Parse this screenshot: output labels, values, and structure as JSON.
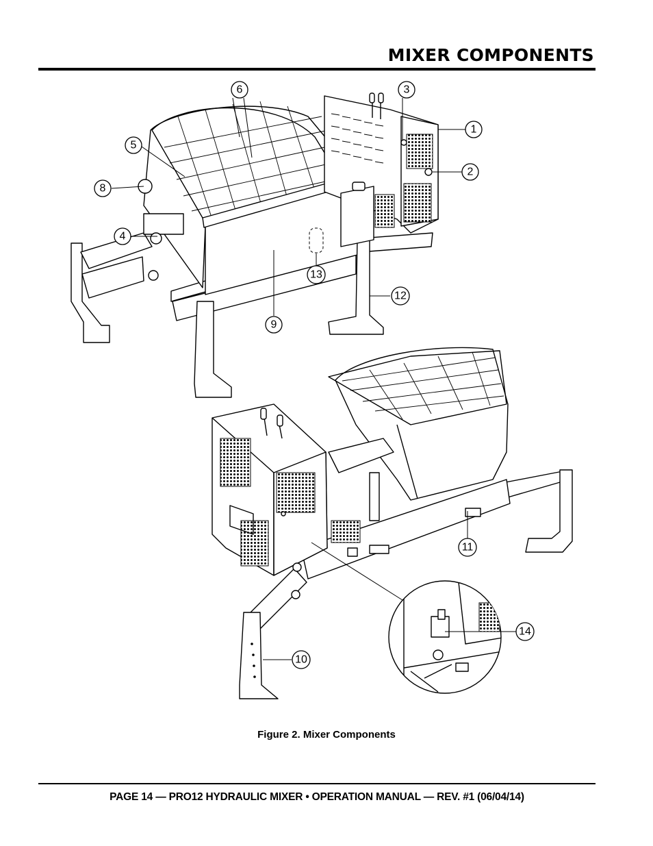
{
  "header": {
    "title": "MIXER COMPONENTS"
  },
  "figure": {
    "caption": "Figure 2. Mixer Components",
    "callouts": [
      "1",
      "2",
      "3",
      "4",
      "5",
      "6",
      "8",
      "9",
      "10",
      "11",
      "12",
      "13",
      "14"
    ]
  },
  "footer": {
    "text": "PAGE 14 — PRO12 HYDRAULIC MIXER • OPERATION MANUAL — REV. #1 (06/04/14)"
  }
}
